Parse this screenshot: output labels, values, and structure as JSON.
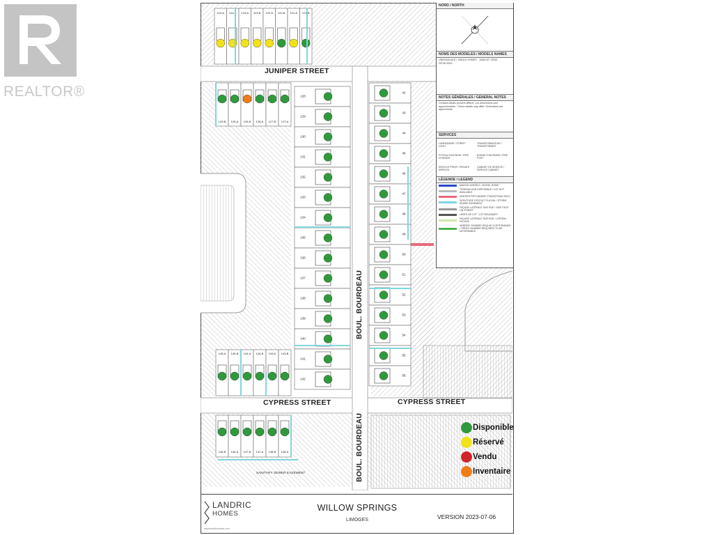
{
  "watermark": {
    "text": "REALTOR®"
  },
  "streets": {
    "juniper": "JUNIPER STREET",
    "cypress_west": "CYPRESS STREET",
    "cypress_east": "CYPRESS STREET",
    "boulevard_north": "BOUL. BOURDEAU",
    "boulevard_south": "BOUL. BOURDEAU"
  },
  "easement_label": "SANITARY SEWER EASEMENT",
  "lots": {
    "north_row": [
      {
        "id": "124-A",
        "status": "reserve"
      },
      {
        "id": "124-B",
        "status": "reserve"
      },
      {
        "id": "123-A",
        "status": "reserve"
      },
      {
        "id": "123-B",
        "status": "reserve"
      },
      {
        "id": "122-A",
        "status": "reserve"
      },
      {
        "id": "122-B",
        "status": "disponible"
      },
      {
        "id": "121-A",
        "status": "reserve"
      },
      {
        "id": "121-B",
        "status": "disponible"
      }
    ],
    "juniper_south_row": [
      {
        "id": "125-B",
        "status": "disponible"
      },
      {
        "id": "125-A",
        "status": "disponible"
      },
      {
        "id": "126-B",
        "status": "inventaire"
      },
      {
        "id": "126-A",
        "status": "disponible"
      },
      {
        "id": "127-B",
        "status": "disponible"
      },
      {
        "id": "127-A",
        "status": "disponible"
      }
    ],
    "west_column": [
      "128",
      "129",
      "130",
      "131",
      "132",
      "133",
      "134",
      "135",
      "136",
      "137",
      "138",
      "139",
      "140",
      "141",
      "142"
    ],
    "east_column": [
      "42",
      "43",
      "44",
      "45",
      "46",
      "47",
      "48",
      "49",
      "50",
      "51",
      "52",
      "53",
      "54",
      "55",
      "56"
    ],
    "cypress_north_row": [
      "145-A",
      "145-B",
      "144-A",
      "144-B",
      "143-A",
      "143-B"
    ],
    "cypress_south_row": [
      "146-B",
      "146-A",
      "147-B",
      "147-A",
      "148-B",
      "148-A"
    ]
  },
  "panel": {
    "north_header": "NORD / NORTH",
    "models_header": "NOMS DES MODELES / MODELS NAMES",
    "models_text": "UNIFAMILIALE / SINGLE HOMES · JUMELÉ / SEMI-DETACHED",
    "notes_header": "NOTES GÉNÉRALES / GENERAL NOTES",
    "notes_text": "Certains détails peuvent différer. Les dimensions sont approximatives. / Some details may differ. Dimensions are approximate.",
    "services_header": "SERVICES",
    "services": [
      "LAMPADAIRE / STREET LIGHT",
      "TRANSFORMATEUR / TRANSFORMER",
      "POTEAU INCENDIE / FIRE HYDRANT",
      "BORNE D'INCENDIE / FIRE POST",
      "SERVICE PRIVÉ / PRIVATE SERVICE",
      "CABINET DE SERVICE / SERVICE CABINET"
    ],
    "legend_header": "LÉGENDE / LEGEND",
    "legend": [
      {
        "label": "MAISON MODÈLE / MODEL HOME",
        "color": "#2b49c9"
      },
      {
        "label": "TERRAIN NON DISPONIBLE / LOT NOT AVAILABLE",
        "color": "#bbbbbb"
      },
      {
        "label": "SENTIER PIÉTONNIER / PEDESTRIAN PATH",
        "color": "#e56a7a"
      },
      {
        "label": "SERVITUDE D'ÉGOUT PLUVIAL / STORM SEWER EASEMENT",
        "color": "#7fd6dc"
      },
      {
        "label": "FAÇADE LATÉRALE SUR RUE / SIDE FACE ON STREET",
        "color": "#999999"
      },
      {
        "label": "LIMITE DE LOT / LOT BOUNDARY",
        "color": "#555555"
      },
      {
        "label": "FAÇADE LATÉRALE SUR RUE / LATERAL FACADE",
        "color": "#cfe7a8"
      },
      {
        "label": "ARBRES: NOMBRE REQUIS À DÉTERMINER / TREES: NUMBER REQUIRED TO BE DETERMINED",
        "color": "#4caf50"
      }
    ]
  },
  "status_legend": [
    {
      "label": "Disponible",
      "color": "#2f9a3c"
    },
    {
      "label": "Réservé",
      "color": "#f2e21a"
    },
    {
      "label": "Vendu",
      "color": "#d2232a"
    },
    {
      "label": "Inventaire",
      "color": "#ef7d1a"
    }
  ],
  "title_block": {
    "brand_name": "LANDRIC",
    "brand_sub": "HOMES",
    "brand_url": "www.landrichomes.com",
    "project": "WILLOW SPRINGS",
    "town": "LIMOGES",
    "version": "VERSION 2023-07-06"
  },
  "colors": {
    "disponible": "#2f9a3c",
    "reserve": "#f2e21a",
    "inventaire": "#ef7d1a",
    "easement": "#7fd6dc",
    "path": "#e56a7a"
  }
}
